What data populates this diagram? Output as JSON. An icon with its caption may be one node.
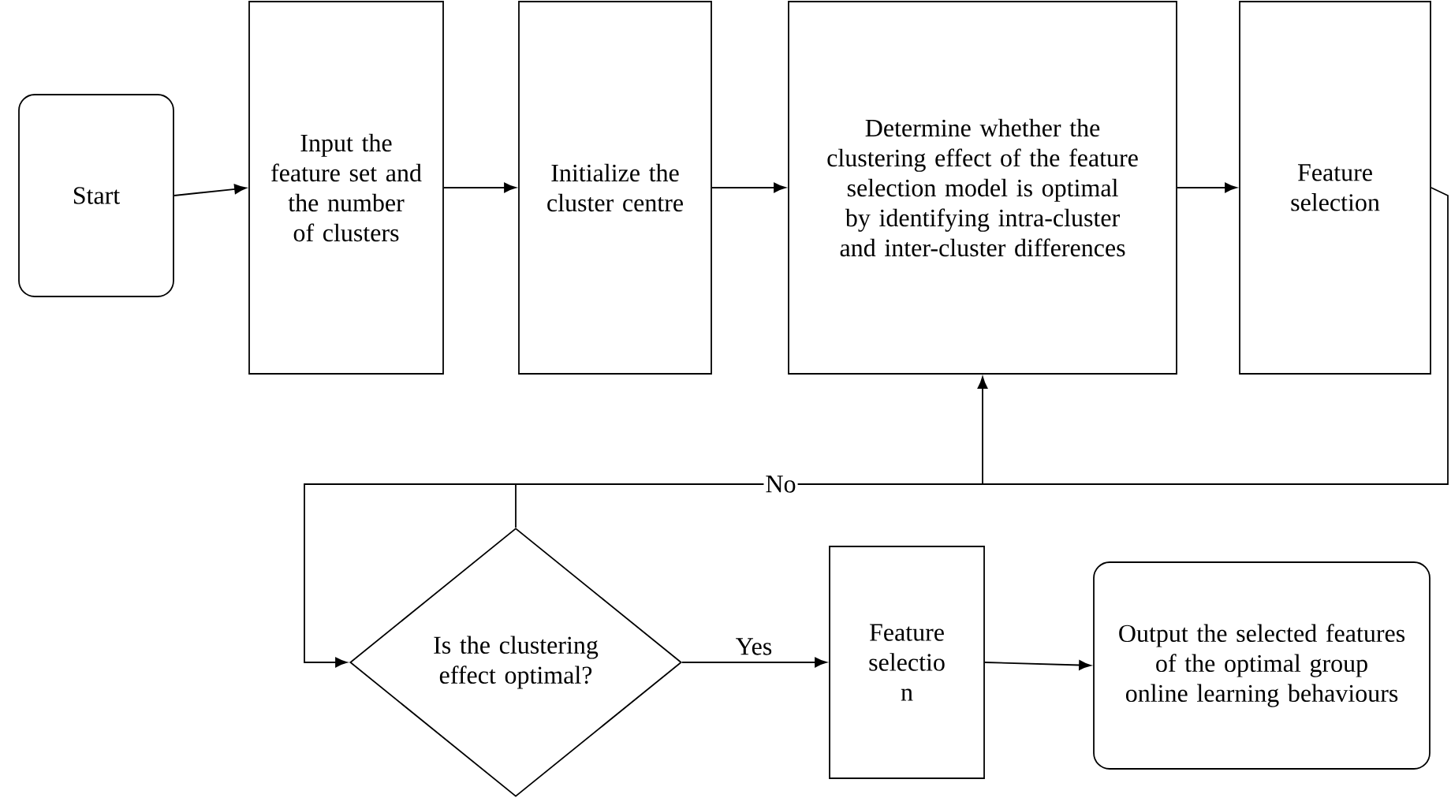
{
  "diagram": {
    "nodes": [
      {
        "text": [
          "Start"
        ]
      },
      {
        "text": [
          "Input the feature set and the number of clusters"
        ]
      },
      {
        "text": [
          "Initialize the cluster centre"
        ]
      },
      {
        "text": [
          "Determine whether the clustering effect of the feature selection model is optimal by identifying intra-cluster and inter-cluster differences"
        ]
      },
      {
        "text": [
          "Feature selection"
        ]
      },
      {
        "text": [
          "Is the clustering effect optimal?"
        ]
      },
      {
        "text": [
          "Feature selectio n"
        ]
      },
      {
        "text": [
          "Output the selected features of the optimal group online learning behaviours"
        ]
      }
    ],
    "edges": [
      {
        "from": 0,
        "to": 1,
        "arrow": "to"
      },
      {
        "from": 1,
        "to": 2,
        "arrow": "to"
      },
      {
        "from": 2,
        "to": 3,
        "arrow": "to"
      },
      {
        "from": 3,
        "to": 4,
        "arrow": "to"
      },
      {
        "from": 4,
        "to": 5,
        "arrow": "to"
      },
      {
        "from": 5,
        "to": 3,
        "label": "No",
        "arrow": "to"
      },
      {
        "from": 5,
        "to": 6,
        "label": "Yes",
        "arrow": "to"
      },
      {
        "from": 6,
        "to": 7,
        "arrow": "to"
      }
    ]
  }
}
